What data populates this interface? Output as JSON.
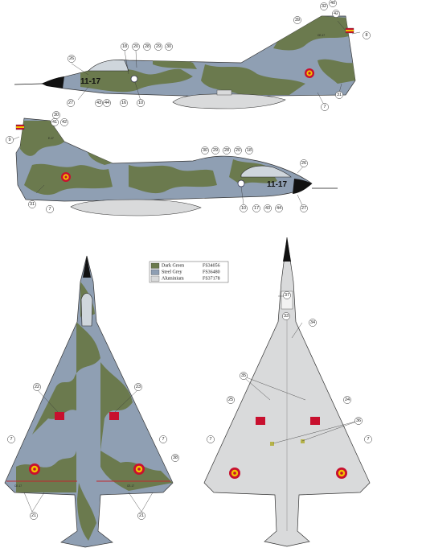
{
  "colors": {
    "dark_green": "#6b7a4e",
    "steel_grey": "#8f9fb3",
    "aluminium": "#d9dadb",
    "roundel_red": "#c8102e",
    "roundel_yellow": "#f2c200",
    "black": "#111111",
    "red_stripe": "#c0272d"
  },
  "legend": [
    {
      "name": "Dark Green",
      "code": "FS34056",
      "color": "#6b7a4e"
    },
    {
      "name": "Steel Grey",
      "code": "FS36480",
      "color": "#8f9fb3"
    },
    {
      "name": "Aluminium",
      "code": "FS37178",
      "color": "#d9dadb"
    }
  ],
  "markings": {
    "nose_serial": "11-17",
    "fin_code": "CE-17",
    "fin_code_right": "E-17",
    "wing_small_left": "CE-17",
    "wing_small_right": "CE-17"
  },
  "side_left_labels": [
    "26",
    "18",
    "20",
    "28",
    "29",
    "30",
    "39",
    "32",
    "40",
    "42",
    "8",
    "27",
    "43",
    "44",
    "16",
    "10",
    "7",
    "31"
  ],
  "side_right_labels": [
    "30",
    "41",
    "42",
    "9",
    "31",
    "7",
    "30",
    "29",
    "28",
    "20",
    "18",
    "26",
    "10",
    "17",
    "43",
    "44",
    "27"
  ],
  "top_labels": [
    "22",
    "23",
    "7",
    "7",
    "38",
    "21",
    "21"
  ],
  "bottom_labels": [
    "37",
    "33",
    "34",
    "35",
    "25",
    "24",
    "36",
    "7",
    "7"
  ]
}
